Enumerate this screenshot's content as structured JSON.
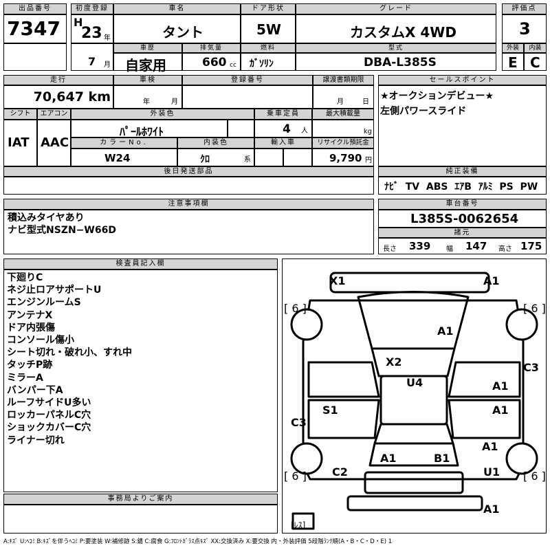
{
  "header_labels": {
    "lot": "出品番号",
    "first_reg": "初度登録",
    "name": "車名",
    "door": "ドア形状",
    "grade": "グレード",
    "score": "評価点",
    "history": "車歴",
    "displacement": "排気量",
    "fuel": "燃料",
    "model": "型式",
    "ext": "外装",
    "int": "内装",
    "mileage": "走行",
    "inspection": "車検",
    "reg_no": "登録番号",
    "transfer": "譲渡書類期限",
    "shift": "シフト",
    "aircon": "エアコン",
    "color": "外装色",
    "capacity": "乗車定員",
    "max_load": "最大積載量",
    "color_no": "カラーNo.",
    "int_color": "内装色",
    "import": "輸入車",
    "recycle": "リサイクル預託金",
    "later_parts": "後日発送部品",
    "sales_point": "セールスポイント",
    "equipment": "純正装備",
    "notes": "注意事項欄",
    "chassis": "車台番号",
    "specs": "諸元",
    "inspector": "検査員記入欄",
    "office": "事務局よりご案内"
  },
  "lot_number": "7347",
  "era": "H",
  "reg_year": "23",
  "reg_year_unit": "年",
  "reg_month": "7",
  "reg_month_unit": "月",
  "car_name": "タント",
  "door_type": "5W",
  "grade": "カスタムX 4WD",
  "score": "3",
  "history": "自家用",
  "displacement": "660",
  "displacement_unit": "cc",
  "fuel": "ｶﾞｿﾘﾝ",
  "model_code": "DBA-L385S",
  "ext_grade": "E",
  "int_grade": "C",
  "mileage": "70,647 km",
  "inspection_year_unit": "年",
  "inspection_month_unit": "月",
  "transfer_month_unit": "月",
  "transfer_day_unit": "日",
  "shift": "IAT",
  "aircon": "AAC",
  "color": "ﾊﾟｰﾙﾎﾜｲﾄ",
  "capacity": "4",
  "capacity_unit": "人",
  "max_load_unit": "kg",
  "color_no": "W24",
  "int_color": "ｸﾛ",
  "int_color_unit": "系",
  "recycle": "9,790",
  "recycle_unit": "円",
  "sales_points": [
    "★オークションデビュー★",
    "左側パワースライド"
  ],
  "equipment": "ﾅﾋﾞ  TV  ABS  ｴｱB  ｱﾙﾐ  PS  PW",
  "notes": [
    "積込みタイヤあり",
    "ナビ型式NSZN−W66D"
  ],
  "chassis_number": "L385S-0062654",
  "specs": {
    "length_label": "長さ",
    "length": "339",
    "width_label": "幅",
    "width": "147",
    "height_label": "高さ",
    "height": "175"
  },
  "inspector_notes": [
    "下廻りC",
    "ネジ止ロアサポートU",
    "エンジンルームS",
    "アンテナX",
    "ドア内張傷",
    "コンソール傷小",
    "シート切れ・破れ小、すれ中",
    "タッチP跡",
    "ミラーA",
    "バンパー下A",
    "ルーフサイドU多い",
    "ロッカーパネルC穴",
    "ショックカバーC穴",
    "ライナー切れ"
  ],
  "diagram_codes": {
    "front_left": "X1",
    "front_right": "A1",
    "tire_fl": "[ 6 ]",
    "tire_fr": "[ 6 ]",
    "hood": "A1",
    "windshield": "X2",
    "roof": "U4",
    "right_rear_fender_top": "C3",
    "right_front_door": "A1",
    "right_rear_door": "A1",
    "left_side": "S1",
    "left_rocker": "C3",
    "right_quarter": "A1",
    "rear_left": "A1",
    "rear_right": "B1",
    "bumper_left": "C2",
    "bumper_right": "U1",
    "tire_rl": "[ 6 ]",
    "tire_rr": "[ 6 ]",
    "rear_bumper": "A1",
    "spare": "[ﾚｽ]"
  },
  "legend": "A:ｷｽﾞ U:ﾍｺﾐ B:ｷｽﾞを伴うﾍｺﾐ P:要塗装 W:補修跡 S:錆 C:腐食 G:ﾌﾛﾝﾄｶﾞﾗｽ点ｷｽﾞ XX:交換済み X:要交換  内・外装評価 5段階ﾗﾝｸ順(A・B・C・D・E) 1"
}
